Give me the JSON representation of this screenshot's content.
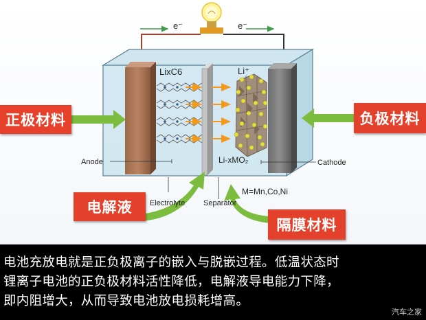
{
  "diagram": {
    "electron_left": "e⁻",
    "electron_right": "e⁻",
    "lixc6": "LixC6",
    "li_plus": "Li⁺",
    "anode": "Anode",
    "cathode": "Cathode",
    "li_xmo2": "Li-xMO₂",
    "formula": "M=Mn,Co,Ni",
    "electrolyte": "Electrolyte",
    "separator": "Separator"
  },
  "tags": {
    "cathode_material": "正极材料",
    "anode_material": "负极材料",
    "electrolyte": "电解液",
    "separator": "隔膜材料"
  },
  "caption": {
    "line1": "电池充放电就是正负极离子的嵌入与脱嵌过程。低温状态时",
    "line2": "锂离子电池的正负极材料活性降低，电解液导电能力下降，",
    "line3": "即内阻增大，从而导致电池放电损耗增高。"
  },
  "watermark": "汽车之家",
  "colors": {
    "tag_red": "#e4412c",
    "arrow_green": "#7cbc3e",
    "caption_bg": "#000000"
  }
}
